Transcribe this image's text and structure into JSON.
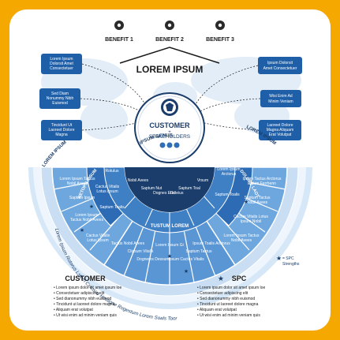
{
  "benefits": [
    {
      "label": "BENEFIT 1",
      "icon": "gear-icon"
    },
    {
      "label": "BENEFIT 2",
      "icon": "gear-icon"
    },
    {
      "label": "BENEFIT 3",
      "icon": "gear-icon"
    }
  ],
  "title": "LOREM IPSUM",
  "left_callouts": [
    [
      "Lorem Ipsum",
      "Dolorsit Amet",
      "Consectetuer"
    ],
    [
      "Sed Diam",
      "Nonummy Nibh",
      "Euismod"
    ],
    [
      "Tincidunt Ut",
      "Laoreet Dolore",
      "Magna"
    ]
  ],
  "right_callouts": [
    [
      "Ipsum Dolorsit",
      "Amet Consectetuer"
    ],
    [
      "Wisi Enim Ad",
      "Minim Veniam"
    ],
    [
      "Laoreet Dolore",
      "Magna Aliquam",
      "Erat Volutpat"
    ]
  ],
  "hub": {
    "title": "CUSTOMER",
    "subtitle": "STAKEHOLDERS",
    "plus": "+"
  },
  "arc_labels": {
    "left": "LOREM IPSUM",
    "right": "LOREM IPSUM",
    "genus": "IPSUM GENUS",
    "retopn": "RETOPN IPSUM",
    "dolore": "DOLORE LAOTS",
    "tustum": "TUSTUM LOREM",
    "outer": "Lorem Ipsum Rotorus Lstem Critosus Hostigne Rogestum Lorem Soals Toor"
  },
  "left_segments": [
    [
      "Lorem Ipsum Tactus",
      "Nobil Avees"
    ],
    [
      "Saptum Ipsum"
    ],
    [
      "Lorem Ipsum",
      "Tactus Nobil Avees"
    ],
    [
      "Cactus Vitalis",
      "Lotus Ipsum"
    ]
  ],
  "left_inner": [
    [
      "Ipsum Toalis",
      "Arctorus"
    ],
    [
      "Saptum",
      "Rotulus"
    ],
    [
      "Cactus Vitalis",
      "Lotus Ipsum"
    ],
    [
      "Saptum Toalis"
    ]
  ],
  "genus_segments": [
    [
      "Nobil Avees"
    ],
    [
      "Saptum Nut"
    ],
    [
      "Dognes Erat"
    ],
    [
      "Octeius"
    ],
    [
      "Saptum Toal"
    ],
    [
      "Vrsum"
    ]
  ],
  "right_segments": [
    [
      "Ipsum Tactus Arctorus",
      "Estum Ferrbenn"
    ],
    [
      "Saptum Tactus",
      "Nobil Avees"
    ],
    [
      "Cactus Vitalis Lotus",
      "Ipsum Nobil"
    ],
    [
      "Lorem Ipsum Tactus",
      "Nobil Avees"
    ]
  ],
  "right_inner": [
    [
      "Ipsum Cactus",
      "Arctorus"
    ],
    [
      "Lorem Ipsum",
      "Arctorus"
    ],
    [
      "Saptum Toalis"
    ]
  ],
  "bottom_segments": [
    [
      "Tactus Nobil Avees"
    ],
    [
      "Clipsum Vitalis"
    ],
    [
      "Dognems Dessum"
    ],
    [
      "Lorem Ipsum Gi"
    ],
    [
      "Ipsum Cactus Vitalis"
    ],
    [
      "Saptum Tactus"
    ],
    [
      "Ipsum Toalis Arctorus"
    ]
  ],
  "legend": {
    "label": "= SPC",
    "label2": "Strengths"
  },
  "customer": {
    "title": "CUSTOMER",
    "bullets": [
      "Lorem ipsum dolor sit amet ipsum loe",
      "Consectetuer adipiscing elit",
      "Sed dianonummy nibh euismod",
      "Tincidunt ut laoreet dolore magna",
      "Aliquam erat volutpat",
      "Ut wisi enim ad minim veniam quis"
    ]
  },
  "spc": {
    "title": "SPC",
    "bullets": [
      "Lorem ipsum dolor sit amet ipsum loe",
      "Consectetuer adipiscing elit",
      "Sed dianonummy nibh euismod",
      "Tincidunt ut laoreet dolore magna",
      "Aliquam erat volutpat",
      "Ut wisi enim ad minim veniam quis"
    ]
  },
  "colors": {
    "frame": "#f5a800",
    "navy": "#1a3d6b",
    "blue": "#2f6fb5",
    "light": "#8cc0ea",
    "mid": "#5b96d4"
  }
}
